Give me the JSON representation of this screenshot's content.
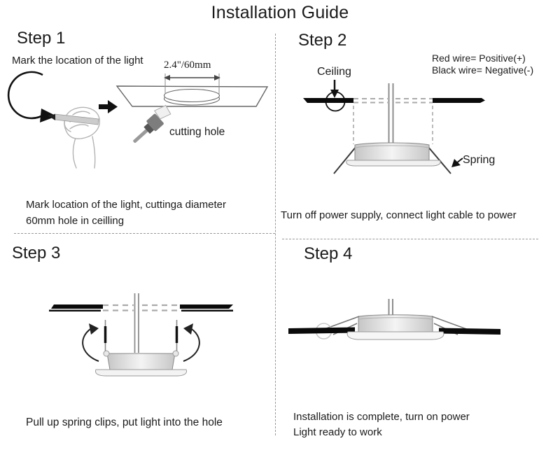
{
  "title": "Installation Guide",
  "colors": {
    "background": "#ffffff",
    "text": "#1a1a1a",
    "divider_dash": "#999999",
    "ceiling_black": "#0a0a0a",
    "fixture_gray": "#d9d9d9",
    "sketch_gray": "#b3b3b3"
  },
  "step1": {
    "heading": "Step 1",
    "instruction": "Mark the location of the light",
    "dimension_label": "2.4\"/60mm",
    "cutting_label": "cutting hole",
    "caption_line1": "Mark location of the light, cuttinga diameter",
    "caption_line2": "60mm hole in ceilling"
  },
  "step2": {
    "heading": "Step 2",
    "wiring_red": "Red wire= Positive(+)",
    "wiring_black": "Black wire= Negative(-)",
    "ceiling_label": "Ceiling",
    "spring_label": "Spring",
    "caption": "Turn off power supply, connect light cable to power"
  },
  "step3": {
    "heading": "Step 3",
    "caption": "Pull up spring clips, put light into the hole"
  },
  "step4": {
    "heading": "Step 4",
    "caption_line1": "Installation is complete, turn on power",
    "caption_line2": "Light ready to work"
  }
}
